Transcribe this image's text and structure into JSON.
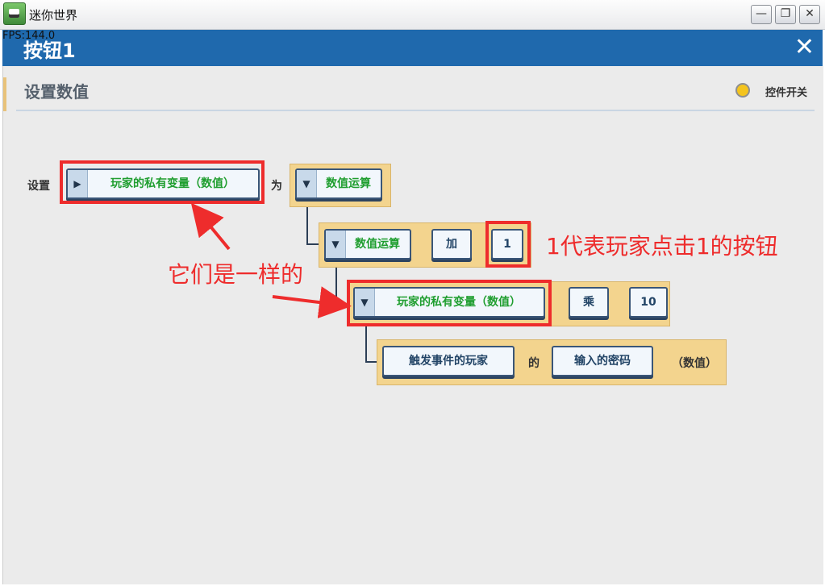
{
  "window": {
    "app_title": "迷你世界",
    "fps": "FPS:144.0",
    "minimize_glyph": "—",
    "restore_glyph": "❐",
    "close_glyph": "✕"
  },
  "dialog": {
    "title": "按钮1",
    "close_glyph": "✕"
  },
  "section": {
    "title": "设置数值",
    "switch_label": "控件开关"
  },
  "block1": {
    "set_label": "设置",
    "var_button": "玩家的私有变量（数值）",
    "wei_label": "为",
    "op_button": "数值运算"
  },
  "block2": {
    "op_button": "数值运算",
    "add_button": "加",
    "num_button": "1"
  },
  "block3": {
    "var_button": "玩家的私有变量（数值）",
    "mul_button": "乘",
    "num_button": "10"
  },
  "block4": {
    "player_button": "触发事件的玩家",
    "de_label": "的",
    "pwd_button": "输入的密码",
    "suffix_label": "（数值）"
  },
  "annotations": {
    "note_right": "1代表玩家点击1的按钮",
    "note_same": "它们是一样的"
  },
  "icons": {
    "dropdown_arrow": "▼",
    "expand_arrow": "▶"
  },
  "colors": {
    "header_blue": "#1f69ad",
    "block_yellow": "#f3d48e",
    "annotation_red": "#ee2c2c",
    "green_text": "#1f9e2f"
  }
}
